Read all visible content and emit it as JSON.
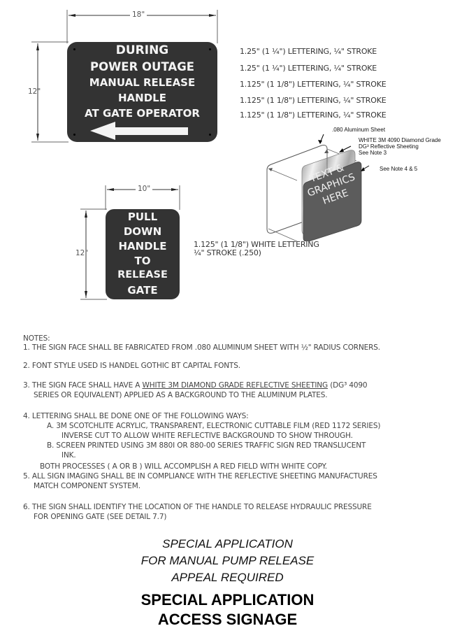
{
  "sign_large": {
    "width_dim": "18\"",
    "height_dim": "12\"",
    "lines": [
      "DURING",
      "POWER OUTAGE",
      "MANUAL RELEASE",
      "HANDLE",
      "AT GATE OPERATOR"
    ],
    "arrow": "left-arrow",
    "color": "#333333"
  },
  "sign_large_specs": [
    "1.25\" (1 ¼\") LETTERING, ¼\" STROKE",
    "1.25\" (1 ¼\")  LETTERING,  ¼\" STROKE",
    "1.125\" (1 1/8\")  LETTERING,  ¼\" STROKE",
    "1.125\" (1 1/8\")  LETTERING,  ¼\" STROKE",
    "1.125\" (1 1/8\")  LETTERING,  ¼\" STROKE"
  ],
  "exploded_view": {
    "callout_aluminum": ".080 Aluminum Sheet",
    "callout_sheeting": [
      "WHITE 3M 4090 Diamond Grade",
      " DG³ Reflective Sheeting",
      "See Note 3"
    ],
    "callout_note": "See Note 4 & 5",
    "face_lines": [
      "TEXT &",
      "GRAPHICS",
      "HERE"
    ]
  },
  "sign_small": {
    "width_dim": "10\"",
    "height_dim": "12\"",
    "lines": [
      "PULL",
      "DOWN",
      "HANDLE",
      "TO",
      "RELEASE",
      "GATE"
    ],
    "spec": [
      "1.125\" (1 1/8\") WHITE LETTERING",
      "¼\" STROKE (.250)"
    ]
  },
  "notes": {
    "title": "NOTES:",
    "n1": "1.  THE SIGN FACE SHALL BE FABRICATED FROM .080 ALUMINUM SHEET WITH ½\" RADIUS CORNERS.",
    "n2": "2.  FONT STYLE USED IS HANDEL GOTHIC BT CAPITAL FONTS.",
    "n3_pre": "3.  THE SIGN FACE SHALL HAVE A ",
    "n3_ul": "WHITE 3M DIAMOND GRADE REFLECTIVE SHEETING",
    "n3_post": " (DG³ 4090",
    "n3_l2": "SERIES OR EQUIVALENT) APPLIED AS A BACKGROUND TO THE ALUMINUM PLATES.",
    "n4": "4.  LETTERING SHALL BE DONE ONE OF THE FOLLOWING WAYS:",
    "n4a_1": "A.   3M SCOTCHLITE ACRYLIC, TRANSPARENT,  ELECTRONIC CUTTABLE FILM (RED 1172 SERIES)",
    "n4a_2": "INVERSE CUT TO ALLOW WHITE REFLECTIVE BACKGROUND TO SHOW THROUGH.",
    "n4b_1": "B.   SCREEN PRINTED USING 3M 880I OR 880-00 SERIES TRAFFIC SIGN RED TRANSLUCENT",
    "n4b_2": "INK.",
    "n4_both": "BOTH PROCESSES  ( A OR B ) WILL ACCOMPLISH A RED FIELD WITH WHITE COPY.",
    "n5_1": "5.  ALL SIGN IMAGING SHALL BE IN COMPLIANCE WITH THE REFLECTIVE SHEETING MANUFACTURES",
    "n5_2": "MATCH COMPONENT SYSTEM.",
    "n6_1": "6.  THE SIGN SHALL IDENTIFY THE LOCATION OF THE HANDLE TO RELEASE HYDRAULIC PRESSURE",
    "n6_2": "FOR OPENING GATE (SEE DETAIL 7.7)"
  },
  "footer": {
    "italic_lines": [
      "SPECIAL APPLICATION",
      "FOR MANUAL PUMP RELEASE",
      "APPEAL REQUIRED"
    ],
    "bold_lines": [
      "SPECIAL APPLICATION",
      "ACCESS SIGNAGE"
    ]
  }
}
